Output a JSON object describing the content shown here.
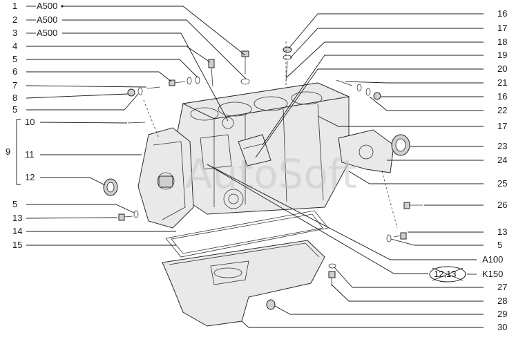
{
  "watermark": "AutoSoft",
  "callouts": {
    "left": [
      {
        "num": "1",
        "code": "A500"
      },
      {
        "num": "2",
        "code": "A500"
      },
      {
        "num": "3",
        "code": "A500"
      },
      {
        "num": "4"
      },
      {
        "num": "5"
      },
      {
        "num": "6"
      },
      {
        "num": "7"
      },
      {
        "num": "8"
      },
      {
        "num": "5"
      },
      {
        "num": "10"
      },
      {
        "num": "9"
      },
      {
        "num": "11"
      },
      {
        "num": "12"
      },
      {
        "num": "5"
      },
      {
        "num": "13"
      },
      {
        "num": "14"
      },
      {
        "num": "15"
      }
    ],
    "right": [
      {
        "num": "16"
      },
      {
        "num": "17"
      },
      {
        "num": "18"
      },
      {
        "num": "19"
      },
      {
        "num": "20"
      },
      {
        "num": "21"
      },
      {
        "num": "16"
      },
      {
        "num": "22"
      },
      {
        "num": "17"
      },
      {
        "num": "23"
      },
      {
        "num": "24"
      },
      {
        "num": "25"
      },
      {
        "num": "26"
      },
      {
        "num": "13"
      },
      {
        "num": "5"
      },
      {
        "code": "A100"
      },
      {
        "code": "K150",
        "crossed": "12,13"
      },
      {
        "num": "27"
      },
      {
        "num": "28"
      },
      {
        "num": "29"
      },
      {
        "num": "30"
      }
    ]
  }
}
